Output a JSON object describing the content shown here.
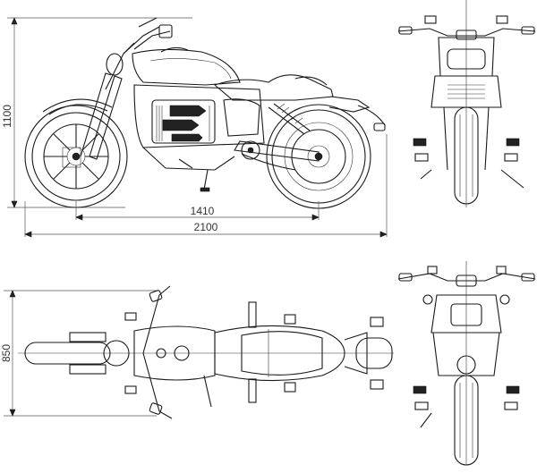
{
  "dimensions": {
    "height_side": "1100",
    "wheelbase": "1410",
    "length": "2100",
    "width_top": "850"
  }
}
